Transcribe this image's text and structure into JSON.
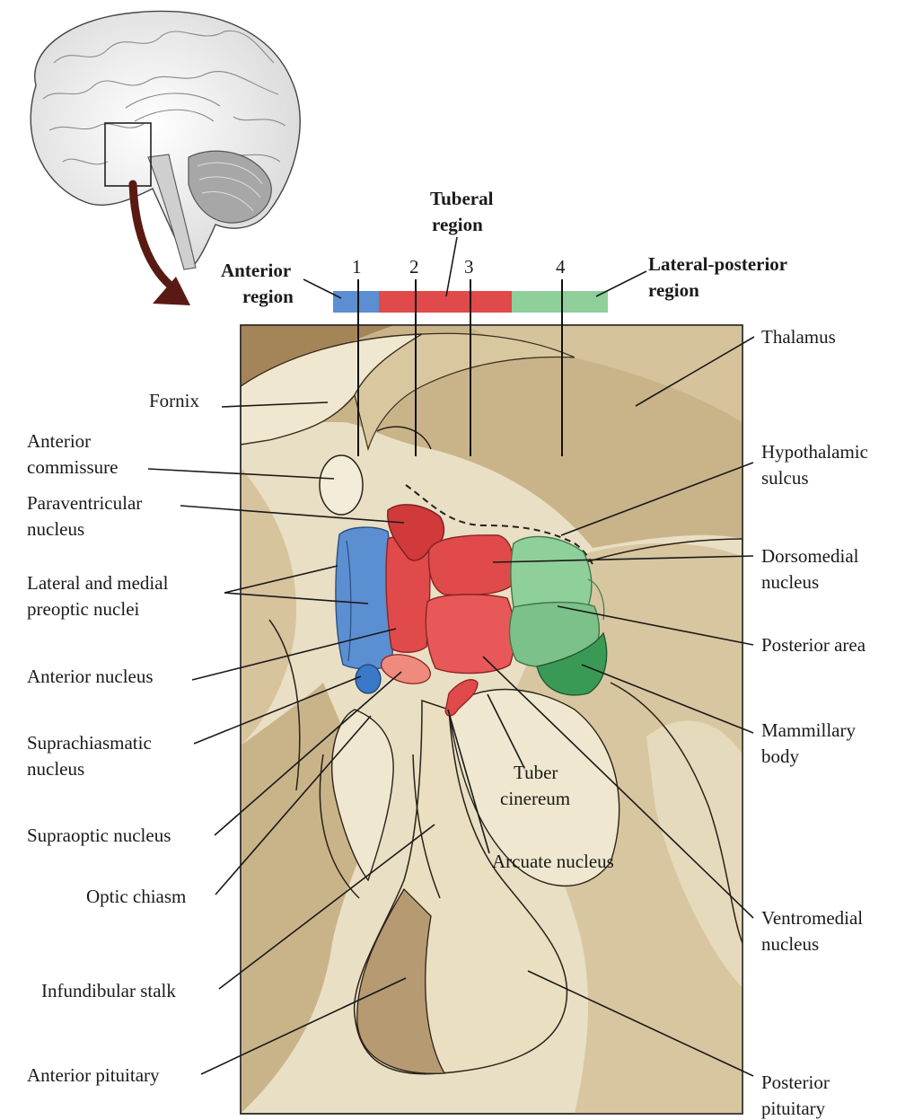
{
  "regions": {
    "anterior": [
      "Anterior",
      "region"
    ],
    "tuberal": [
      "Tuberal",
      "region"
    ],
    "lateral_posterior": [
      "Lateral-posterior",
      "region"
    ]
  },
  "section_numbers": [
    "1",
    "2",
    "3",
    "4"
  ],
  "colors": {
    "anterior": "#5b8fd1",
    "tuberal": "#e04a4a",
    "lateral_posterior": "#8fcf9a",
    "mammillary": "#3a9a55",
    "tissue_light": "#efe7cf",
    "tissue_dark": "#b59a72"
  },
  "labels_left": {
    "fornix": [
      "Fornix"
    ],
    "anterior_commissure": [
      "Anterior",
      "commissure"
    ],
    "paraventricular_nucleus": [
      "Paraventricular",
      "nucleus"
    ],
    "preoptic_nuclei": [
      "Lateral and medial",
      "preoptic nuclei"
    ],
    "anterior_nucleus": [
      "Anterior nucleus"
    ],
    "suprachiasmatic_nucleus": [
      "Suprachiasmatic",
      "nucleus"
    ],
    "supraoptic_nucleus": [
      "Supraoptic nucleus"
    ],
    "optic_chiasm": [
      "Optic chiasm"
    ],
    "infundibular_stalk": [
      "Infundibular stalk"
    ],
    "anterior_pituitary": [
      "Anterior pituitary"
    ]
  },
  "labels_right": {
    "thalamus": [
      "Thalamus"
    ],
    "hypothalamic_sulcus": [
      "Hypothalamic",
      "sulcus"
    ],
    "dorsomedial_nucleus": [
      "Dorsomedial",
      "nucleus"
    ],
    "posterior_area": [
      "Posterior area"
    ],
    "mammillary_body": [
      "Mammillary",
      "body"
    ],
    "ventromedial_nucleus": [
      "Ventromedial",
      "nucleus"
    ],
    "posterior_pituitary": [
      "Posterior",
      "pituitary"
    ]
  },
  "labels_inside": {
    "tuber_cinereum": [
      "Tuber",
      "cinereum"
    ],
    "arcuate_nucleus": [
      "Arcuate nucleus"
    ]
  }
}
